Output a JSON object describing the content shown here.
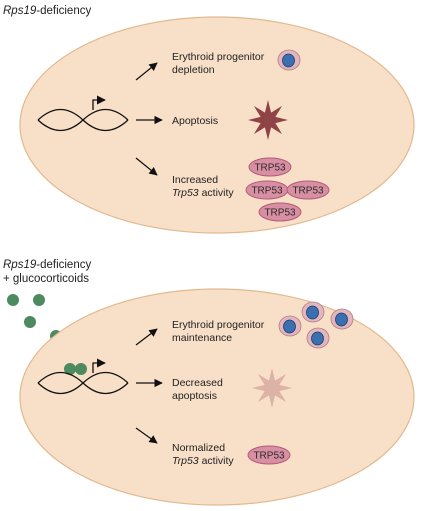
{
  "panels": [
    {
      "header": {
        "gene": "Rps19",
        "suffix": "-deficiency",
        "line2": ""
      },
      "outcomes": {
        "progenitor": {
          "line1": "Erythroid progenitor",
          "line2": "depletion"
        },
        "apoptosis": {
          "line1": "Apoptosis",
          "line2": ""
        },
        "trp53": {
          "line1": "Increased",
          "gene": "Trp53",
          "suffix": " activity"
        }
      },
      "protein_label": "TRP53"
    },
    {
      "header": {
        "gene": "Rps19",
        "suffix": "-deficiency",
        "line2": "+ glucocorticoids"
      },
      "outcomes": {
        "progenitor": {
          "line1": "Erythroid progenitor",
          "line2": "maintenance"
        },
        "apoptosis": {
          "line1": "Decreased",
          "line2": "apoptosis"
        },
        "trp53": {
          "line1": "Normalized",
          "gene": "Trp53",
          "suffix": " activity"
        }
      },
      "protein_label": "TRP53"
    }
  ],
  "colors": {
    "cell_fill": "#f8dfc8",
    "cell_stroke": "#e2b98f",
    "progenitor_outer": "#e3b6bd",
    "progenitor_nucleus": "#3a6fb0",
    "apoptosis_star": "#8e4347",
    "apoptosis_star_faded": "#dcb3a6",
    "trp53_fill": "#d88fa3",
    "trp53_stroke": "#b35c78",
    "glucocorticoid": "#4e8a60"
  }
}
